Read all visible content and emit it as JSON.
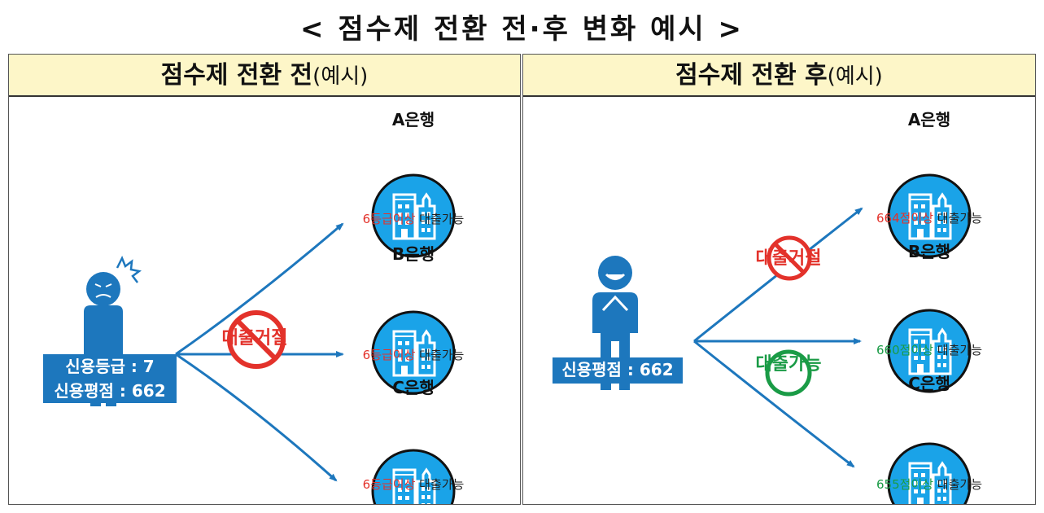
{
  "title": "< 점수제 전환 전·후 변화 예시 >",
  "colors": {
    "arrow": "#1d77bd",
    "badge": "#1d77bd",
    "header_bg": "#fdf6c8",
    "red": "#e3322b",
    "green": "#1a9b46",
    "bank_circle": "#1aa3e8"
  },
  "before": {
    "header_main": "점수제 전환 전",
    "header_paren": "(예시)",
    "person_icon": "frustrated-person-icon",
    "badge_line1": "신용등급 : 7",
    "badge_line2": "신용평점 : 662",
    "verdict": "대출거절",
    "verdict_icon": "prohibited-icon",
    "banks": [
      {
        "name": "A은행",
        "threshold": "6등급이상",
        "result": "대출가능"
      },
      {
        "name": "B은행",
        "threshold": "6등급이상",
        "result": "대출가능"
      },
      {
        "name": "C은행",
        "threshold": "6등급이상",
        "result": "대출가능"
      }
    ]
  },
  "after": {
    "header_main": "점수제 전환 후",
    "header_paren": "(예시)",
    "person_icon": "happy-person-icon",
    "badge_line1": "신용평점 : 662",
    "verdict_reject": "대출거절",
    "verdict_reject_icon": "prohibited-icon",
    "verdict_ok": "대출가능",
    "verdict_ok_icon": "approved-circle-icon",
    "banks": [
      {
        "name": "A은행",
        "threshold": "664점이상",
        "result": "대출가능"
      },
      {
        "name": "B은행",
        "threshold": "660점이상",
        "result": "대출가능"
      },
      {
        "name": "C은행",
        "threshold": "655점이상",
        "result": "대출가능"
      }
    ]
  }
}
